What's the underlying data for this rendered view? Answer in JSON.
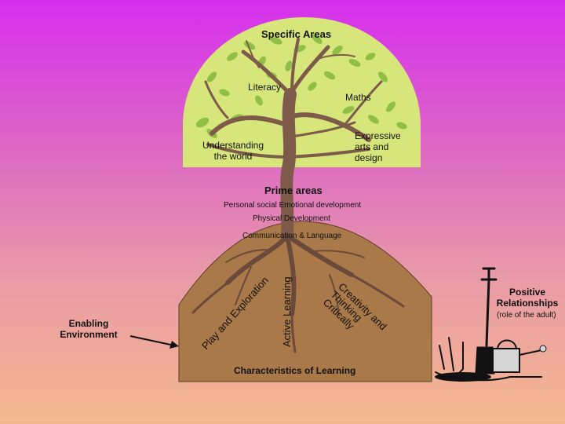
{
  "title": "Specific Areas",
  "specific_areas": {
    "literacy": "Literacy",
    "maths": "Maths",
    "expressive": "Expressive arts and design",
    "understanding": "Understanding the world"
  },
  "prime": {
    "heading": "Prime areas",
    "items": [
      "Personal social Emotional development",
      "Physical Development",
      "Communication & Language"
    ]
  },
  "characteristics": {
    "play": "Play and Exploration",
    "active": "Active Learning",
    "creative": "Creativity and Thinking Critically",
    "heading": "Characteristics of Learning"
  },
  "enabling": "Enabling Environment",
  "positive": {
    "title": "Positive Relationships",
    "subtitle": "(role of the adult)"
  },
  "colors": {
    "canopy": "#d6e67a",
    "leaf": "#8fbf45",
    "trunk": "#7d5a4a",
    "mound": "#a97949",
    "root": "#6a4a3a",
    "bg_top": "#d62fee",
    "bg_bottom": "#f4b88e"
  }
}
